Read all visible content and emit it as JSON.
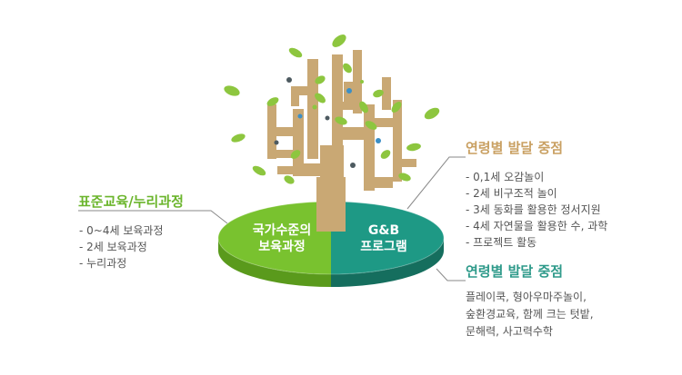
{
  "colors": {
    "green_heading": "#6bb52c",
    "teal_heading": "#2e9a8a",
    "trunk": "#c9a874",
    "platform_green": "#79c22f",
    "platform_teal": "#1e9985",
    "leaf_green": "#8dc63f",
    "dot_blue": "#3c8fc6",
    "dot_gray": "#4d5a60"
  },
  "left": {
    "heading": "표준교육/누리과정",
    "items": [
      "- 0~4세 보육과정",
      "- 2세 보육과정",
      "- 누리과정"
    ]
  },
  "right_top": {
    "heading": "연령별 발달 중점",
    "items": [
      "- 0,1세 오감놀이",
      "- 2세 비구조적 놀이",
      "- 3세 동화를 활용한 정서지원",
      "- 4세 자연물을 활용한 수, 과학",
      "- 프로젝트 활동"
    ]
  },
  "right_bottom": {
    "heading": "연령별 발달 중점",
    "items": [
      "플레이쿡, 형아우마주놀이,",
      "숲환경교육, 함께 크는 텃밭,",
      "문해력, 사고력수학"
    ]
  },
  "platform": {
    "left_label": [
      "국가수준의",
      "보육과정"
    ],
    "right_label": [
      "G&B",
      "프로그램"
    ]
  }
}
